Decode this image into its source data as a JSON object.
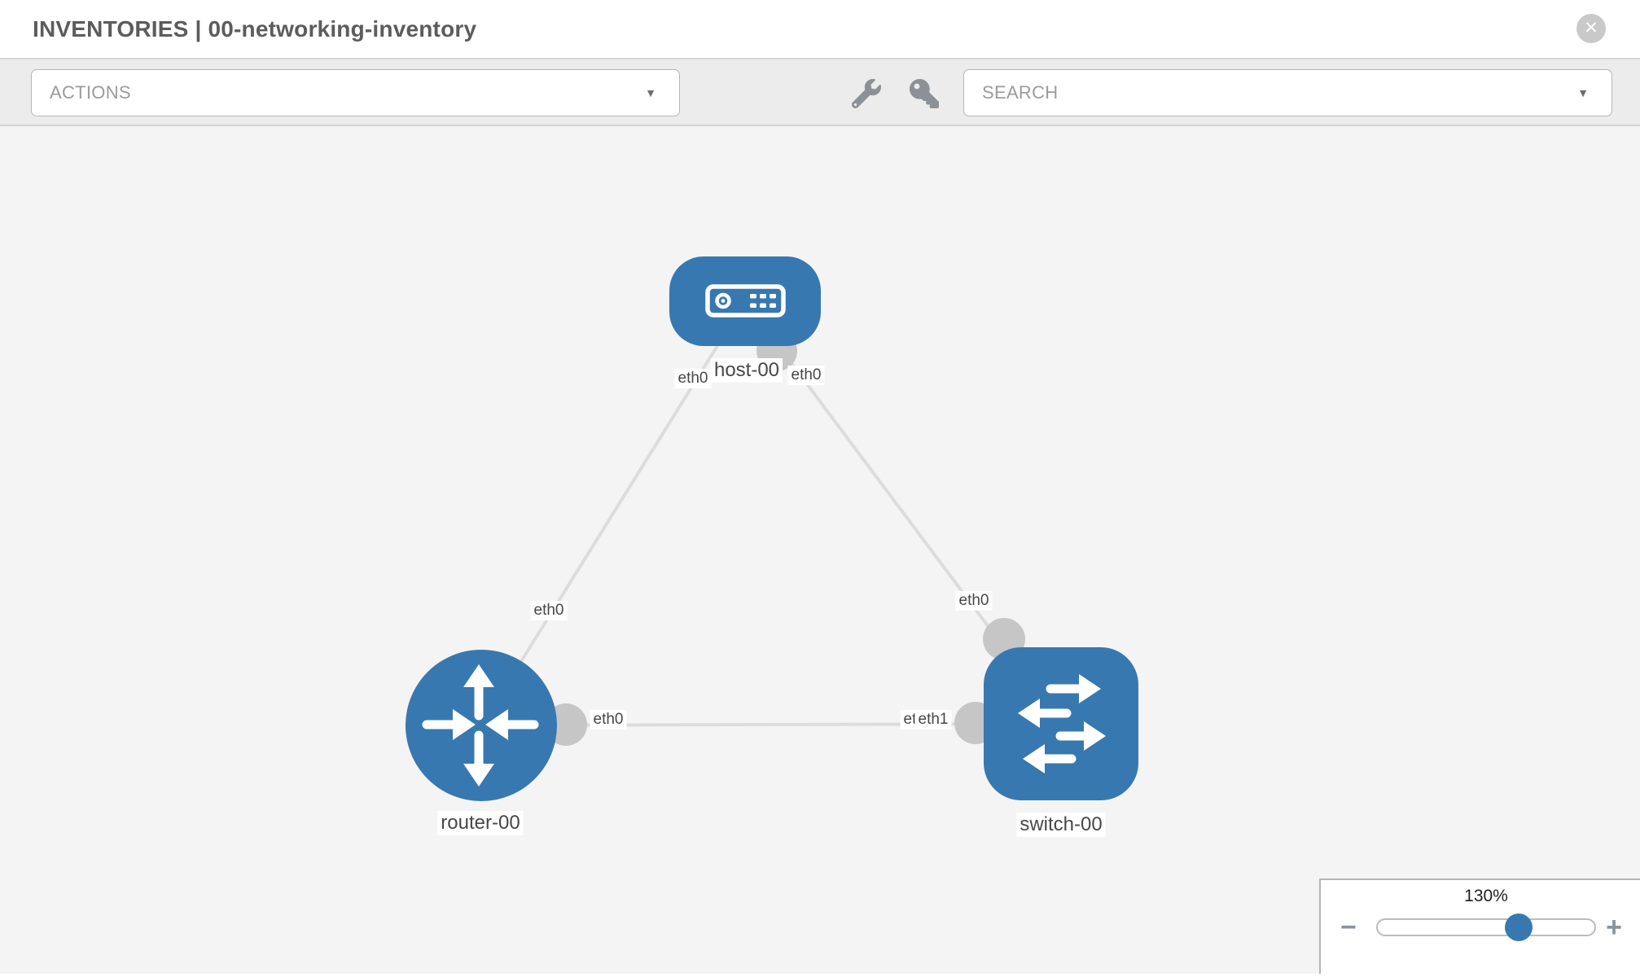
{
  "header": {
    "title": "INVENTORIES | 00-networking-inventory"
  },
  "toolbar": {
    "actions_placeholder": "ACTIONS",
    "search_placeholder": "SEARCH",
    "caret_glyph": "▼"
  },
  "icons": {
    "close_glyph": "✕",
    "wrench": "wrench-icon",
    "key": "key-icon"
  },
  "graph": {
    "nodes": [
      {
        "id": "host-00",
        "label": "host-00",
        "type": "host"
      },
      {
        "id": "router-00",
        "label": "router-00",
        "type": "router"
      },
      {
        "id": "switch-00",
        "label": "switch-00",
        "type": "switch"
      }
    ],
    "links": [
      {
        "source": "host-00",
        "target": "router-00",
        "source_interface": "eth0",
        "target_interface": "eth0"
      },
      {
        "source": "host-00",
        "target": "switch-00",
        "source_interface": "eth0",
        "target_interface": "eth0"
      },
      {
        "source": "router-00",
        "target": "switch-00",
        "source_interface": "eth0",
        "target_interface": "eth1"
      }
    ],
    "overlapped_interface_label": "eth0"
  },
  "zoom": {
    "level": "130%",
    "zoom_out_glyph": "−",
    "zoom_in_glyph": "+"
  },
  "colors": {
    "node_blue": "#3878b0",
    "link_gray": "#dcdcdc",
    "connector_gray": "#c6c6c6"
  }
}
